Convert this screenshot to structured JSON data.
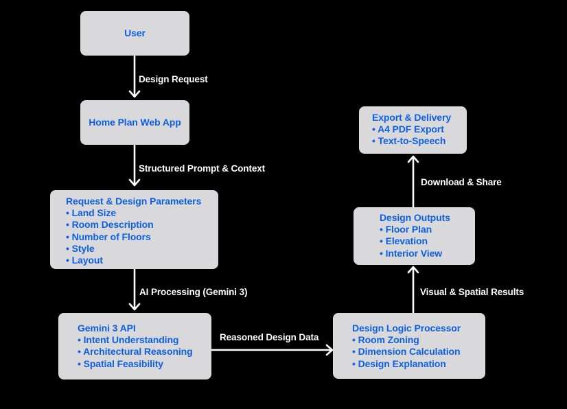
{
  "bullet_char": "•",
  "colors": {
    "background": "#000000",
    "node_background": "#d9d9db",
    "node_text": "#0d60e4",
    "edge_label_text": "#ffffff",
    "arrow": "#ffffff"
  },
  "nodes": {
    "user": {
      "title": "User",
      "bullets": []
    },
    "webapp": {
      "title": "Home Plan Web App",
      "bullets": []
    },
    "params": {
      "title": "Request & Design Parameters",
      "bullets": [
        "Land Size",
        "Room Description",
        "Number of Floors",
        "Style",
        "Layout"
      ]
    },
    "gemini": {
      "title": "Gemini 3 API",
      "bullets": [
        "Intent Understanding",
        "Architectural Reasoning",
        "Spatial Feasibility"
      ]
    },
    "dlp": {
      "title": "Design Logic Processor",
      "bullets": [
        "Room Zoning",
        "Dimension Calculation",
        "Design Explanation"
      ]
    },
    "outputs": {
      "title": "Design Outputs",
      "bullets": [
        "Floor Plan",
        "Elevation",
        "Interior View"
      ]
    },
    "export": {
      "title": "Export & Delivery",
      "bullets": [
        "A4 PDF Export",
        "Text-to-Speech"
      ]
    }
  },
  "edge_labels": {
    "design_request": "Design Request",
    "structured_prompt": "Structured Prompt & Context",
    "ai_processing": "AI Processing (Gemini 3)",
    "reasoned_data": "Reasoned Design Data",
    "visual_results": "Visual & Spatial Results",
    "download_share": "Download & Share"
  }
}
